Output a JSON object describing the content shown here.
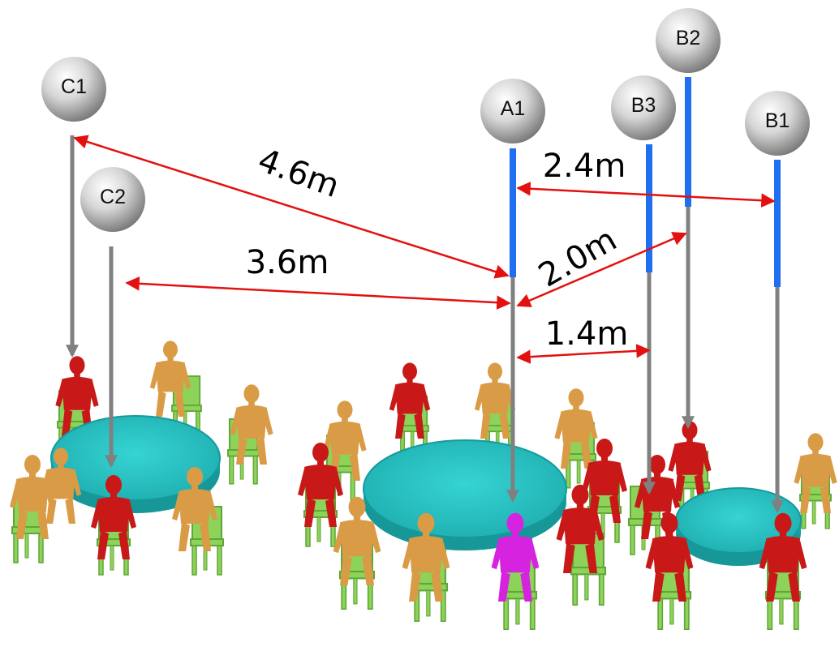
{
  "colors": {
    "background": "#ffffff",
    "distance_arrow": "#e41010",
    "drop_line": "#808080",
    "height_segment": "#1f6ff0",
    "table_top": "#25c3c4",
    "chair": "#8dd35a",
    "person_red": "#c81818",
    "person_tan": "#d99b45",
    "person_target": "#d623e0"
  },
  "nodes": [
    {
      "id": "C1",
      "label": "C1"
    },
    {
      "id": "C2",
      "label": "C2"
    },
    {
      "id": "A1",
      "label": "A1"
    },
    {
      "id": "B3",
      "label": "B3"
    },
    {
      "id": "B2",
      "label": "B2"
    },
    {
      "id": "B1",
      "label": "B1"
    }
  ],
  "distances": [
    {
      "from": "C1",
      "to": "A1",
      "label": "4.6m"
    },
    {
      "from": "C2",
      "to": "A1",
      "label": "3.6m"
    },
    {
      "from": "A1",
      "to": "B1",
      "label": "2.4m"
    },
    {
      "from": "A1",
      "to": "B2",
      "label": "2.0m"
    },
    {
      "from": "A1",
      "to": "B3",
      "label": "1.4m"
    }
  ],
  "icons": {
    "node": "sphere-icon",
    "person": "person-icon",
    "chair": "chair-icon",
    "table": "round-table-icon"
  }
}
